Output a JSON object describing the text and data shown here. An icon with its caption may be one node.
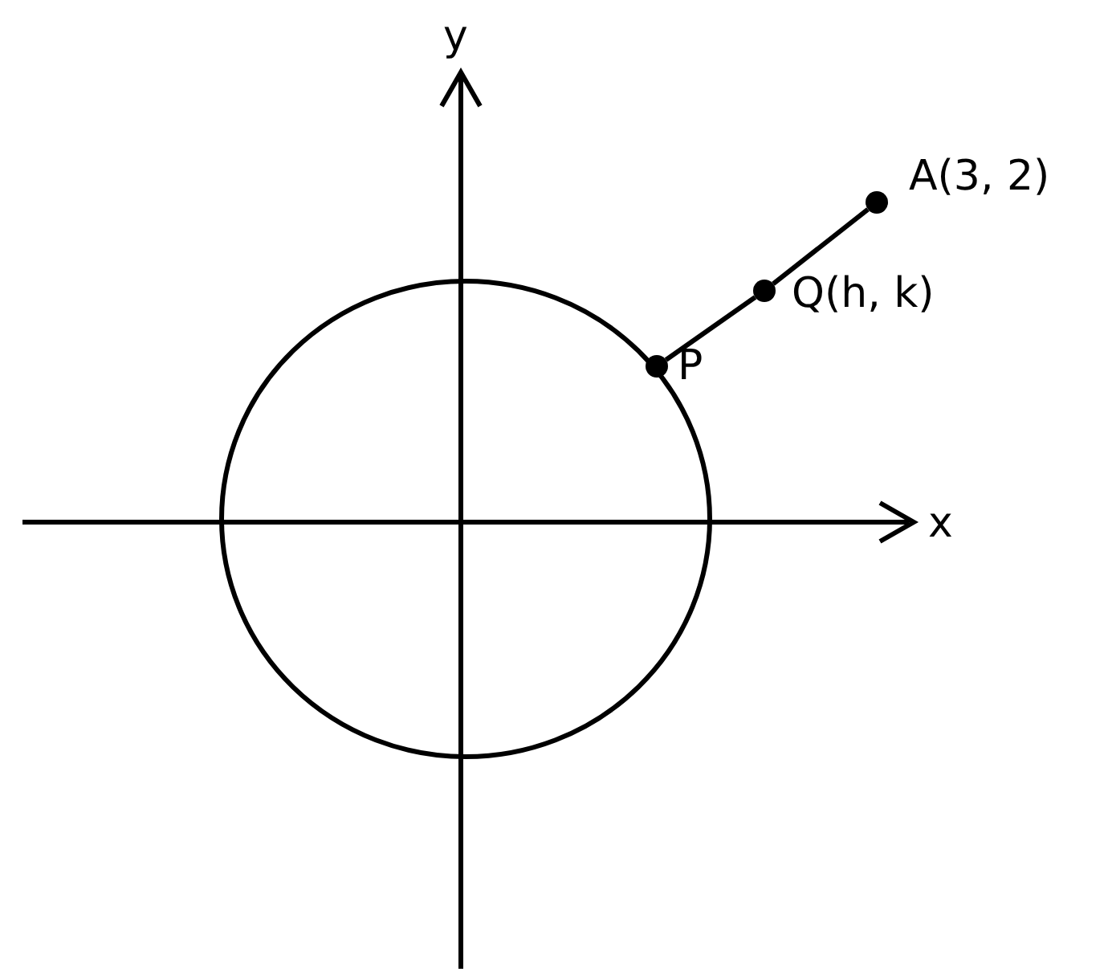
{
  "diagram": {
    "nodes": [
      {
        "text": [
          "P"
        ]
      },
      {
        "text": [
          "Q(h, k)"
        ]
      },
      {
        "text": [
          "A(3, 2)"
        ]
      }
    ],
    "edges": [
      {
        "from": 0,
        "to": 1,
        "arrow": "none"
      },
      {
        "from": 1,
        "to": 2,
        "arrow": "none"
      }
    ],
    "labels": [
      "y",
      "x"
    ]
  }
}
